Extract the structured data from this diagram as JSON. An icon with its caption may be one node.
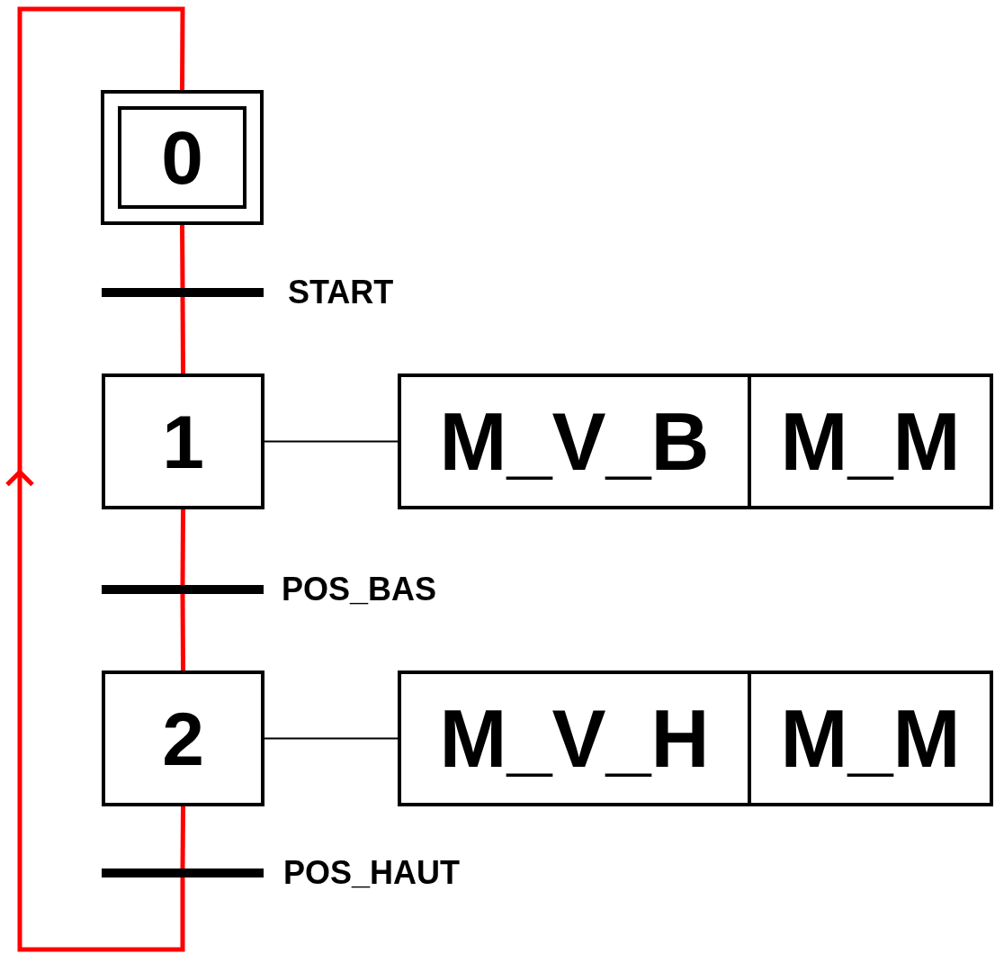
{
  "diagram": {
    "nodes": [
      {
        "text": [
          "0"
        ]
      },
      {
        "text": [],
        "shape": "bar",
        "beside": [
          "START"
        ]
      },
      {
        "text": [
          "1"
        ]
      },
      {
        "text": [
          "M_V_B"
        ]
      },
      {
        "text": [
          "M_M"
        ]
      },
      {
        "text": [],
        "shape": "bar",
        "beside": [
          "POS_BAS"
        ]
      },
      {
        "text": [
          "2"
        ]
      },
      {
        "text": [
          "M_V_H"
        ]
      },
      {
        "text": [
          "M_M"
        ]
      },
      {
        "text": [],
        "shape": "bar",
        "beside": [
          "POS_HAUT"
        ]
      }
    ],
    "edges": [
      {
        "from": 0,
        "to": 1,
        "arrow": "none"
      },
      {
        "from": 1,
        "to": 2,
        "arrow": "none"
      },
      {
        "from": 2,
        "to": 3,
        "arrow": "none",
        "color": "#000000"
      },
      {
        "from": 2,
        "to": 5,
        "arrow": "none"
      },
      {
        "from": 5,
        "to": 6,
        "arrow": "none"
      },
      {
        "from": 6,
        "to": 7,
        "arrow": "none",
        "color": "#000000"
      },
      {
        "from": 6,
        "to": 9,
        "arrow": "none"
      },
      {
        "from": 9,
        "to": 0,
        "arrow": "to"
      }
    ]
  }
}
